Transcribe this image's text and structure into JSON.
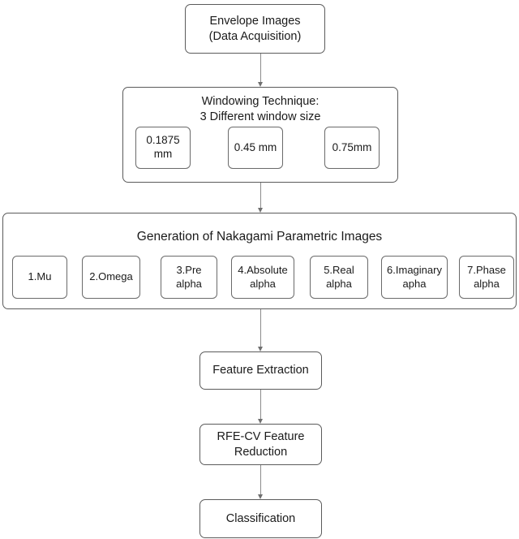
{
  "diagram": {
    "title": "Nakagami parametric imaging processing pipeline",
    "type": "flowchart",
    "orientation": "top-to-bottom",
    "colors": {
      "box_border": "#5b5b5b",
      "sub_box_border": "#6a6a6a",
      "arrow": "#8c8c8c",
      "text": "#1a1a1a",
      "background": "#ffffff"
    },
    "nodes": {
      "envelope_images": {
        "label": "Envelope Images\n(Data Acquisition)",
        "line1": "Envelope Images",
        "line2": "(Data Acquisition)"
      },
      "windowing": {
        "title": "Windowing Technique:\n3 Different window size",
        "title_line1": "Windowing Technique:",
        "title_line2": "3 Different window size",
        "windows": [
          {
            "label": "0.1875\nmm",
            "value": "0.1875",
            "unit": "mm"
          },
          {
            "label": "0.45 mm",
            "value": "0.45",
            "unit": "mm"
          },
          {
            "label": "0.75mm",
            "value": "0.75",
            "unit": "mm"
          }
        ]
      },
      "nakagami": {
        "title": "Generation of Nakagami Parametric Images",
        "parameters": [
          {
            "index": "1",
            "label": "1.Mu"
          },
          {
            "index": "2",
            "label": "2.Omega"
          },
          {
            "index": "3",
            "label": "3.Pre\nalpha"
          },
          {
            "index": "4",
            "label": "4.Absolute\nalpha"
          },
          {
            "index": "5",
            "label": "5.Real\nalpha"
          },
          {
            "index": "6",
            "label": "6.Imaginary\napha"
          },
          {
            "index": "7",
            "label": "7.Phase\nalpha"
          }
        ]
      },
      "feature_extraction": {
        "label": "Feature Extraction"
      },
      "rfecv": {
        "label": "RFE-CV Feature\nReduction",
        "line1": "RFE-CV Feature",
        "line2": "Reduction"
      },
      "classification": {
        "label": "Classification"
      }
    },
    "edges": [
      {
        "from": "envelope_images",
        "to": "windowing"
      },
      {
        "from": "windowing",
        "to": "nakagami"
      },
      {
        "from": "nakagami",
        "to": "feature_extraction"
      },
      {
        "from": "feature_extraction",
        "to": "rfecv"
      },
      {
        "from": "rfecv",
        "to": "classification"
      }
    ]
  }
}
